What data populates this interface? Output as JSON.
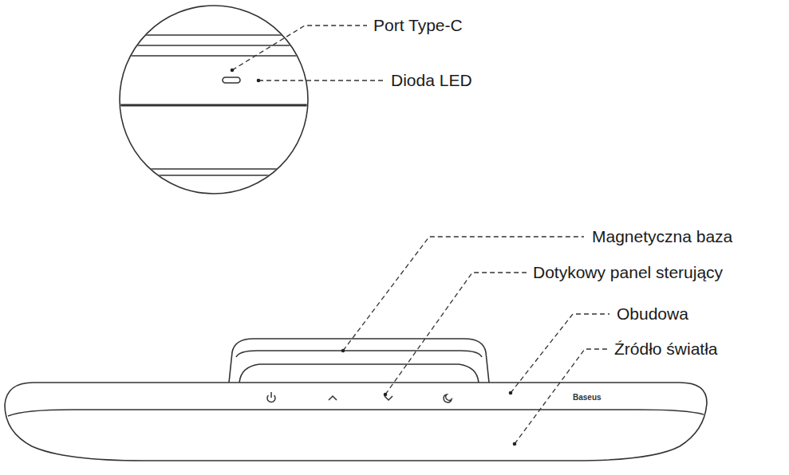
{
  "diagram": {
    "labels": [
      "Port Type-C",
      "Dioda LED",
      "Magnetyczna baza",
      "Dotykowy panel sterujący",
      "Obudowa",
      "Źródło światła",
      "Baseus"
    ]
  }
}
